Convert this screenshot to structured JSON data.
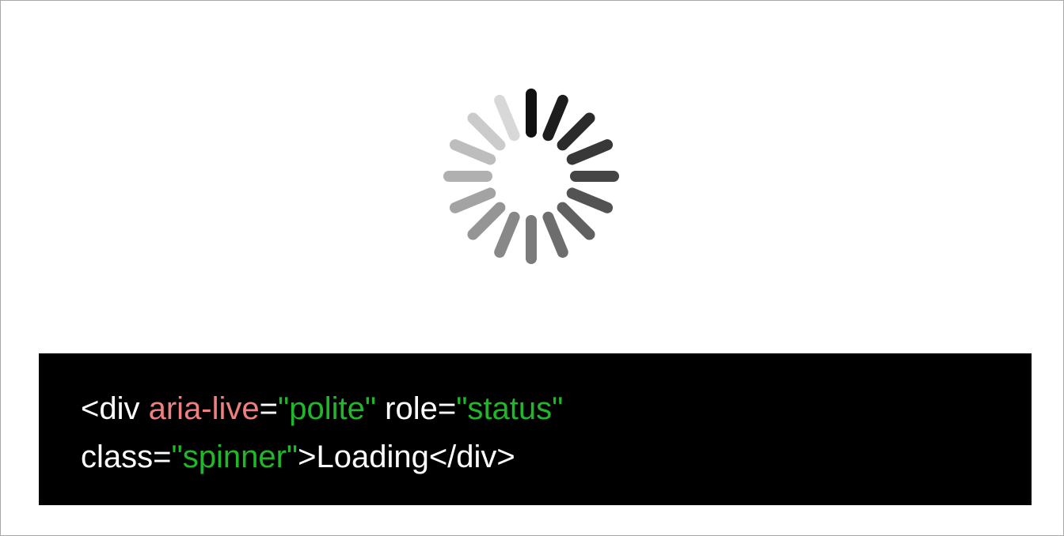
{
  "spinner": {
    "icon": "loading-spinner-icon",
    "spokes": 16,
    "color_dark": "#000000",
    "color_light": "#d8d8d8"
  },
  "code": {
    "line1": {
      "open_tag": "<div ",
      "attr1_name": "aria-live",
      "eq1": "=",
      "attr1_value": "\"polite\"",
      "attr2_name": " role",
      "eq2": "=",
      "attr2_value": "\"status\""
    },
    "line2": {
      "attr3_name": "class",
      "eq3": "=",
      "attr3_value": "\"spinner\"",
      "text": ">Loading</div>"
    }
  },
  "colors": {
    "background": "#ffffff",
    "code_background": "#000000",
    "highlight_attribute": "#f08080",
    "string": "#22b62a"
  }
}
